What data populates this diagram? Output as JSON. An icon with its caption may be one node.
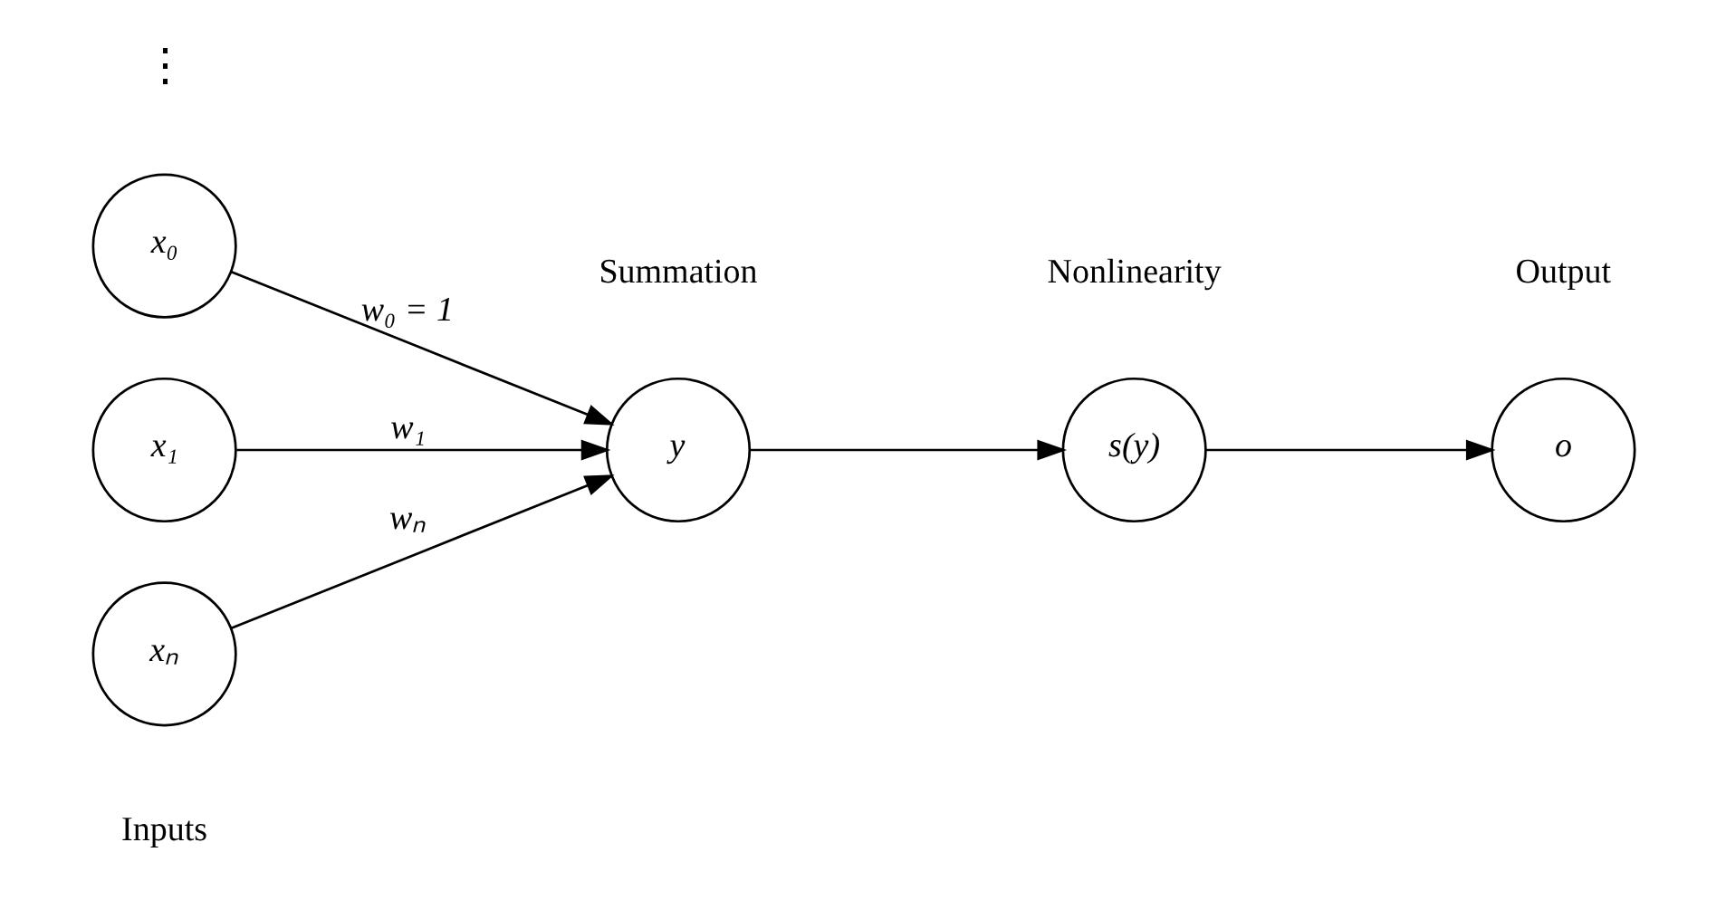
{
  "diagram": {
    "nodes": [
      {
        "text": [
          "x₀"
        ]
      },
      {
        "text": [
          "x₁"
        ]
      },
      {
        "text": [
          "xₙ"
        ]
      },
      {
        "text": [
          "y"
        ],
        "beside": [
          "Summation"
        ]
      },
      {
        "text": [
          "s(y)"
        ],
        "beside": [
          "Nonlinearity"
        ]
      },
      {
        "text": [
          "o"
        ],
        "beside": [
          "Output"
        ]
      }
    ],
    "edges": [
      {
        "from": 0,
        "to": 3,
        "arrow": "to",
        "label": "w₀ = 1"
      },
      {
        "from": 1,
        "to": 3,
        "arrow": "to",
        "label": "w₁"
      },
      {
        "from": 2,
        "to": 3,
        "arrow": "to",
        "label": "wₙ"
      },
      {
        "from": 3,
        "to": 4,
        "arrow": "to"
      },
      {
        "from": 4,
        "to": 5,
        "arrow": "to"
      }
    ],
    "labels": [
      "Inputs",
      "⋮"
    ]
  }
}
